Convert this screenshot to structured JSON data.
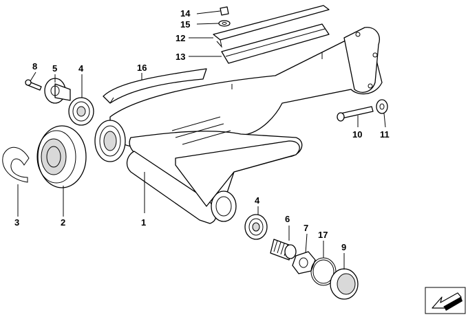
{
  "callouts": [
    {
      "id": "c1",
      "text": "1"
    },
    {
      "id": "c2",
      "text": "2"
    },
    {
      "id": "c3",
      "text": "3"
    },
    {
      "id": "c4a",
      "text": "4"
    },
    {
      "id": "c4b",
      "text": "4"
    },
    {
      "id": "c5",
      "text": "5"
    },
    {
      "id": "c6",
      "text": "6"
    },
    {
      "id": "c7",
      "text": "7"
    },
    {
      "id": "c8",
      "text": "8"
    },
    {
      "id": "c9",
      "text": "9"
    },
    {
      "id": "c10",
      "text": "10"
    },
    {
      "id": "c11",
      "text": "11"
    },
    {
      "id": "c12",
      "text": "12"
    },
    {
      "id": "c13",
      "text": "13"
    },
    {
      "id": "c14",
      "text": "14"
    },
    {
      "id": "c15",
      "text": "15"
    },
    {
      "id": "c16",
      "text": "16"
    },
    {
      "id": "c17",
      "text": "17"
    }
  ],
  "icons": {
    "corner": "exploded-view-arrow-icon"
  },
  "colors": {
    "line": "#000000",
    "background": "#ffffff"
  }
}
